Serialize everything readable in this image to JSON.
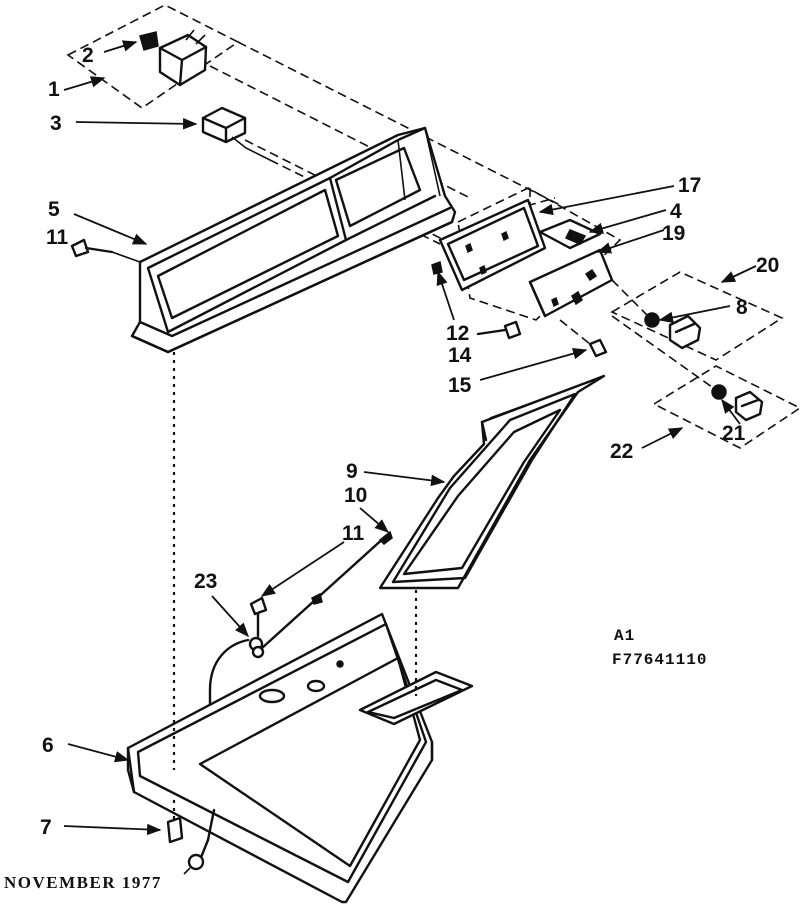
{
  "callouts": {
    "c1": "1",
    "c2": "2",
    "c3": "3",
    "c4": "4",
    "c5": "5",
    "c6": "6",
    "c7": "7",
    "c8": "8",
    "c9": "9",
    "c10": "10",
    "c11a": "11",
    "c11b": "11",
    "c12": "12",
    "c14": "14",
    "c15": "15",
    "c17": "17",
    "c19": "19",
    "c20": "20",
    "c21": "21",
    "c22": "22",
    "c23": "23"
  },
  "part_code": {
    "line1": "A1",
    "line2": "F77641110"
  },
  "footer": {
    "date": "NOVEMBER 1977"
  }
}
